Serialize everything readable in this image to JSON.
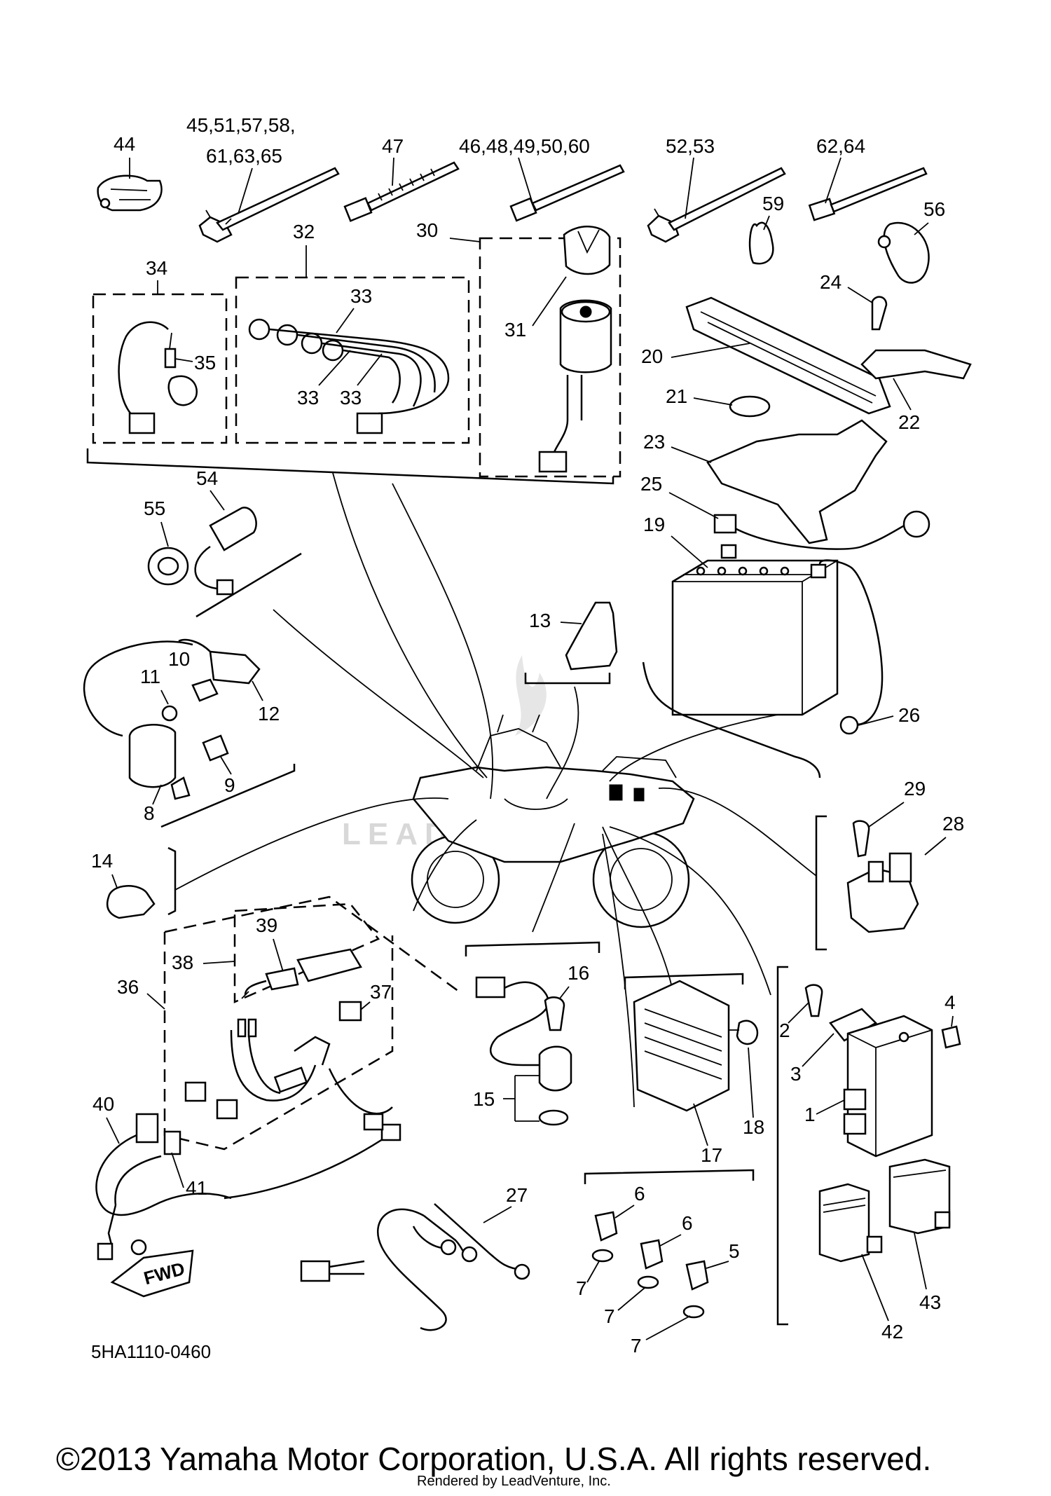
{
  "diagram": {
    "part_code": "5HA1110-0460",
    "copyright": "©2013 Yamaha Motor Corporation, U.S.A. All rights reserved.",
    "rendered_by": "Rendered by LeadVenture, Inc.",
    "watermark": "LEADVENTURE",
    "fwd_label": "FWD",
    "header_callouts": {
      "c44": "44",
      "c45_line1": "45,51,57,58,",
      "c45_line2": "61,63,65",
      "c47": "47",
      "c46": "46,48,49,50,60",
      "c52": "52,53",
      "c62": "62,64"
    },
    "callouts": {
      "c1": "1",
      "c2": "2",
      "c3": "3",
      "c4": "4",
      "c5": "5",
      "c6a": "6",
      "c6b": "6",
      "c7a": "7",
      "c7b": "7",
      "c7c": "7",
      "c8": "8",
      "c9": "9",
      "c10": "10",
      "c11": "11",
      "c12": "12",
      "c13": "13",
      "c14": "14",
      "c15": "15",
      "c16": "16",
      "c17": "17",
      "c18": "18",
      "c19": "19",
      "c20": "20",
      "c21": "21",
      "c22": "22",
      "c23": "23",
      "c24": "24",
      "c25": "25",
      "c26": "26",
      "c27": "27",
      "c28": "28",
      "c29": "29",
      "c30": "30",
      "c31": "31",
      "c32": "32",
      "c33a": "33",
      "c33b": "33",
      "c33c": "33",
      "c34": "34",
      "c35": "35",
      "c36": "36",
      "c37": "37",
      "c38": "38",
      "c39": "39",
      "c40": "40",
      "c41": "41",
      "c42": "42",
      "c43": "43",
      "c54": "54",
      "c55": "55",
      "c56": "56",
      "c59": "59"
    }
  }
}
